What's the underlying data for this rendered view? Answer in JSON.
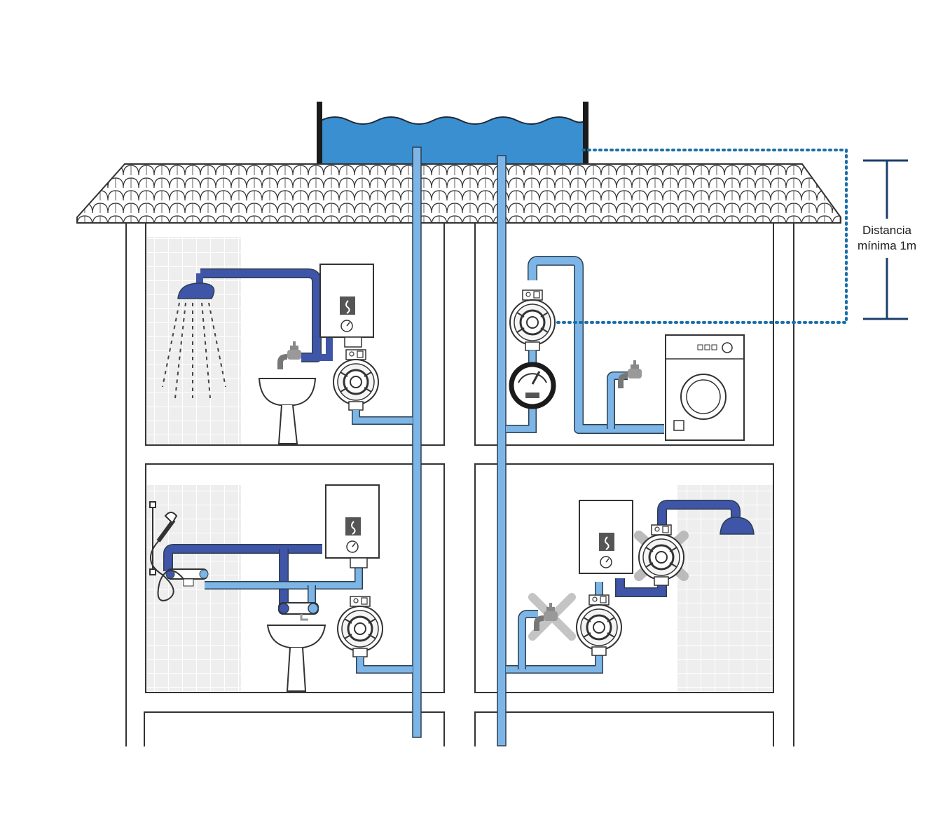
{
  "annotation": {
    "line1": "Distancia",
    "line2": "mínima 1m"
  },
  "colors": {
    "cold_pipe": "#7db6e6",
    "hot_pipe": "#3f55a8",
    "tank_water": "#3a8fd0",
    "wall_tile": "#ececec",
    "dotted_guide": "#1b6fa8",
    "dimension_line": "#1a3f6b"
  },
  "icons": [
    "water-tank",
    "roof-tiles",
    "water-heater",
    "pressure-pump",
    "shower-head",
    "hand-shower",
    "sink",
    "faucet",
    "washing-machine",
    "pressure-gauge",
    "cross-mark"
  ]
}
